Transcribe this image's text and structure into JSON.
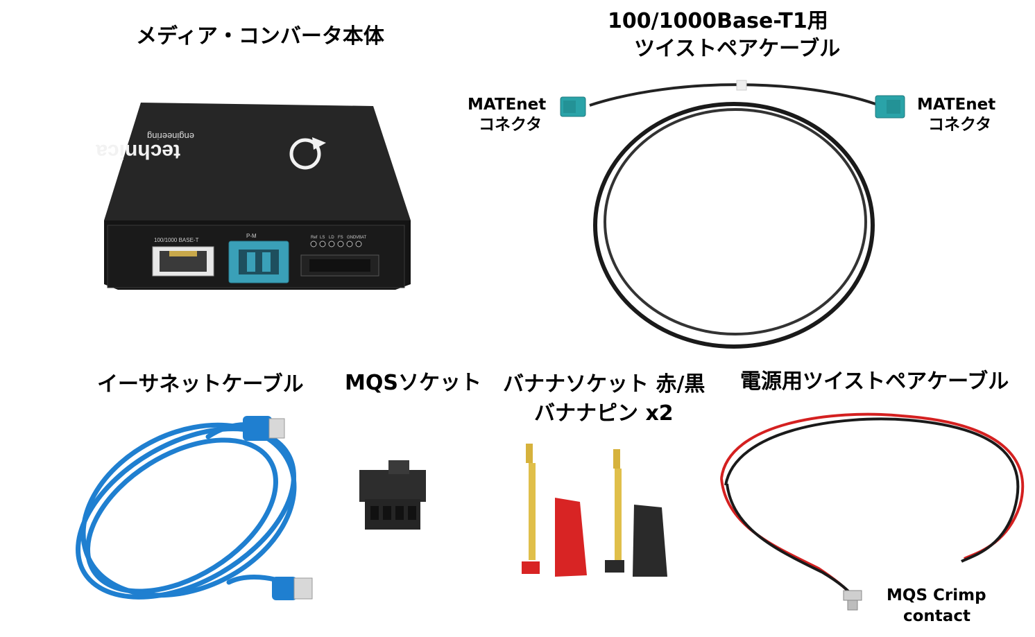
{
  "title": "メディア・コンバータ本体",
  "cable_t1": {
    "line1": "100/1000Base-T1用",
    "line2": "ツイストペアケーブル"
  },
  "mate_left": {
    "line1": "MATEnet",
    "line2": "コネクタ"
  },
  "mate_right": {
    "line1": "MATEnet",
    "line2": "コネクタ"
  },
  "ethernet": "イーサネットケーブル",
  "mqs_socket": "MQSソケット",
  "banana": {
    "line1": "バナナソケット 赤/黒",
    "line2": "バナナピン x2"
  },
  "power_cable": "電源用ツイストペアケーブル",
  "crimp": {
    "line1": "MQS Crimp",
    "line2": "contact"
  },
  "device": {
    "logo_main": "technica",
    "logo_sub": "engineering",
    "port_label": "100/1000 BASE-T",
    "port_mid_label": "P-M",
    "led_labels": [
      "Ref",
      "LS",
      "LD",
      "FS",
      "GND",
      "VBAT"
    ]
  },
  "colors": {
    "cable_blue": "#1f7fd0",
    "connector_teal": "#2aa3a8",
    "wire_red": "#d42020",
    "device_black": "#1a1a1a"
  }
}
